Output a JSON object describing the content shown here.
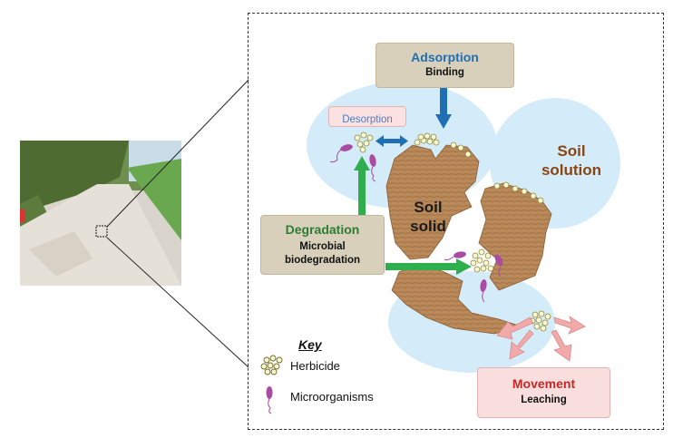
{
  "labels": {
    "adsorption": "Adsorption",
    "binding": "Binding",
    "desorption": "Desorption",
    "soil_solution": "Soil\nsolution",
    "soil_solid": "Soil\nsolid",
    "degradation": "Degradation",
    "microbial": "Microbial\nbiodegradation",
    "movement": "Movement",
    "leaching": "Leaching"
  },
  "key": {
    "title": "Key",
    "herbicide": "Herbicide",
    "microorganisms": "Microorganisms"
  },
  "colors": {
    "adsorption": "#1f6fb5",
    "degradation": "#2e7d32",
    "movement": "#c62828",
    "soil_solution": "#8b4513",
    "desorption": "#4a7fc1"
  }
}
